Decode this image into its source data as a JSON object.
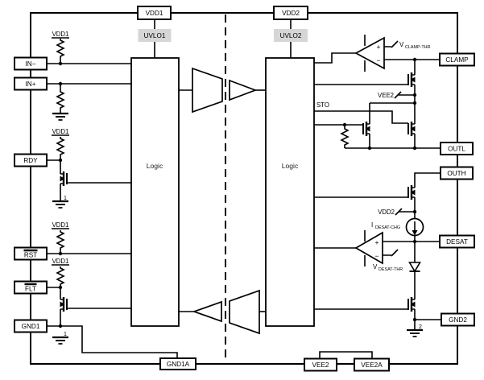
{
  "pins": {
    "in_n": "IN−",
    "in_p": "IN+",
    "rdy": "RDY",
    "rst": "RST",
    "flt": "FLT",
    "gnd1": "GND1",
    "vdd1": "VDD1",
    "vdd2": "VDD2",
    "clamp": "CLAMP",
    "outl": "OUTL",
    "outh": "OUTH",
    "desat": "DESAT",
    "gnd2": "GND2",
    "gnd1a": "GND1A",
    "vee2": "VEE2",
    "vee2a": "VEE2A"
  },
  "blocks": {
    "uvlo1": "UVLO1",
    "uvlo2": "UVLO2",
    "logic1": "Logic",
    "logic2": "Logic"
  },
  "net_labels": {
    "vdd1_pullup": "VDD1",
    "sto": "STO",
    "vee2_rail": "VEE2",
    "vdd2_rail": "VDD2"
  },
  "signal_labels": {
    "v_clamp_thr": {
      "base": "V",
      "sub": "CLAMP-THR"
    },
    "i_desat_chg": {
      "base": "I",
      "sub": "DESAT-CHG"
    },
    "v_desat_thr": {
      "base": "V",
      "sub": "DESAT-THR"
    }
  },
  "comparator_marks": {
    "plus": "+",
    "minus": "−"
  },
  "ground_refs": {
    "one": "1",
    "two": "2"
  },
  "colors": {
    "line": "#000000",
    "uvlo_fill": "#d6d6d6"
  }
}
